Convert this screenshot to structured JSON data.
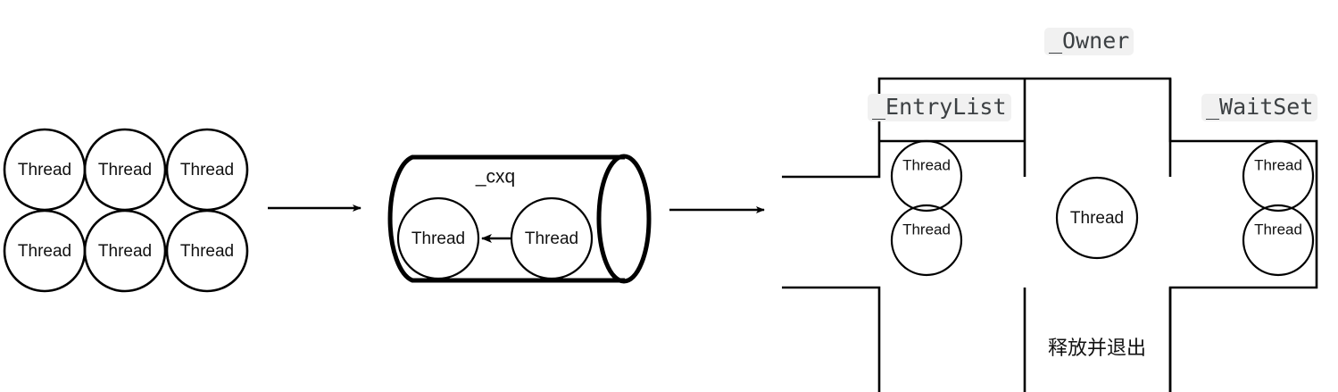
{
  "diagram": {
    "title_text_chinese": "释放并退出",
    "colors": {
      "stroke": "#000000",
      "background": "#ffffff",
      "tag_background": "#f1f1f1",
      "tag_text": "#3c4043"
    },
    "pool": {
      "name": "thread-pool",
      "rows": 2,
      "cols": 3,
      "threads": [
        {
          "label": "Thread"
        },
        {
          "label": "Thread"
        },
        {
          "label": "Thread"
        },
        {
          "label": "Thread"
        },
        {
          "label": "Thread"
        },
        {
          "label": "Thread"
        }
      ]
    },
    "queue": {
      "label": "_cxq",
      "threads": [
        {
          "label": "Thread"
        },
        {
          "label": "Thread"
        }
      ]
    },
    "monitor": {
      "owner_label": "_Owner",
      "entry_list_label": "_EntryList",
      "wait_set_label": "_WaitSet",
      "owner_thread": {
        "label": "Thread"
      },
      "entry_list_threads": [
        {
          "label": "Thread"
        },
        {
          "label": "Thread"
        }
      ],
      "wait_set_threads": [
        {
          "label": "Thread"
        },
        {
          "label": "Thread"
        }
      ],
      "exit_label": "释放并退出"
    },
    "arrows": [
      {
        "name": "pool-to-queue"
      },
      {
        "name": "queue-to-monitor"
      },
      {
        "name": "queue-internal-link"
      }
    ]
  }
}
